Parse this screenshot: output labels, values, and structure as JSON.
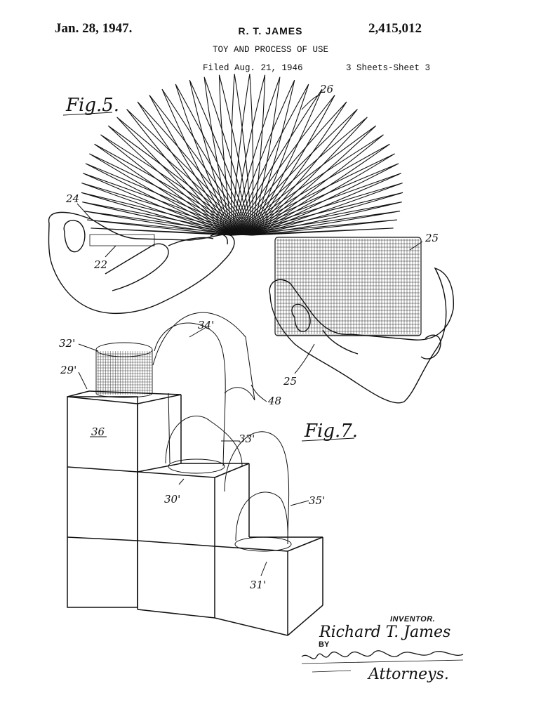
{
  "header": {
    "date": "Jan. 28, 1947.",
    "inventor_name": "R. T. JAMES",
    "patent_number": "2,415,012",
    "title": "TOY AND PROCESS OF USE",
    "filed": "Filed Aug. 21, 1946",
    "sheets": "3 Sheets-Sheet 3"
  },
  "figures": {
    "fig5_label": "Fig.5.",
    "fig7_label": "Fig.7."
  },
  "references": {
    "r26": "26",
    "r24": "24",
    "r22": "22",
    "r25a": "25",
    "r25b": "25",
    "r32": "32'",
    "r29": "29'",
    "r34": "34'",
    "r48": "48",
    "r36": "36",
    "r33": "33'",
    "r30": "30'",
    "r35": "35'",
    "r31": "31'"
  },
  "signature": {
    "inventor_label": "INVENTOR.",
    "inventor_signature": "Richard T. James",
    "by_label": "BY",
    "attorney_signature": "Attorneys."
  }
}
